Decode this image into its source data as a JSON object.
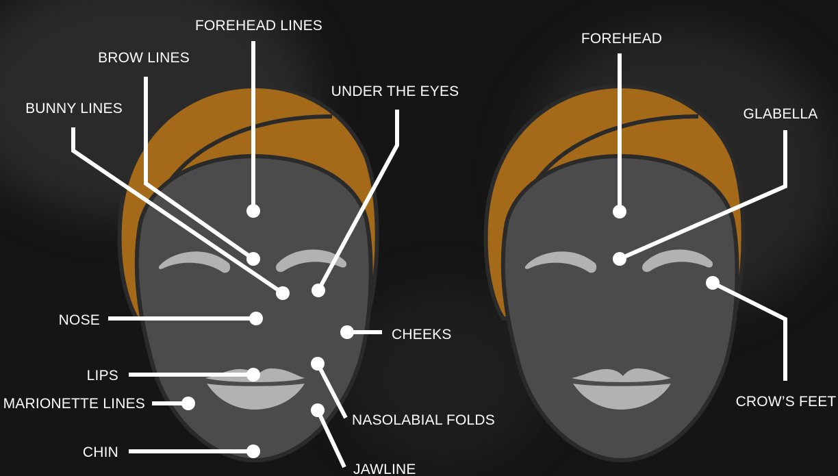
{
  "colors": {
    "hair": "#a56a19",
    "face": "#4b4b4c",
    "outline": "#2a2a2a",
    "features": "#b2b2b2",
    "pointer": "#ffffff"
  },
  "left_face": {
    "labels": {
      "forehead_lines": "FOREHEAD LINES",
      "brow_lines": "BROW LINES",
      "under_the_eyes": "UNDER THE EYES",
      "bunny_lines": "BUNNY LINES",
      "nose": "NOSE",
      "cheeks": "CHEEKS",
      "lips": "LIPS",
      "marionette_lines": "MARIONETTE LINES",
      "nasolabial_folds": "NASOLABIAL FOLDS",
      "chin": "CHIN",
      "jawline": "JAWLINE"
    }
  },
  "right_face": {
    "labels": {
      "forehead": "FOREHEAD",
      "glabella": "GLABELLA",
      "crows_feet": "CROW’S FEET"
    }
  }
}
